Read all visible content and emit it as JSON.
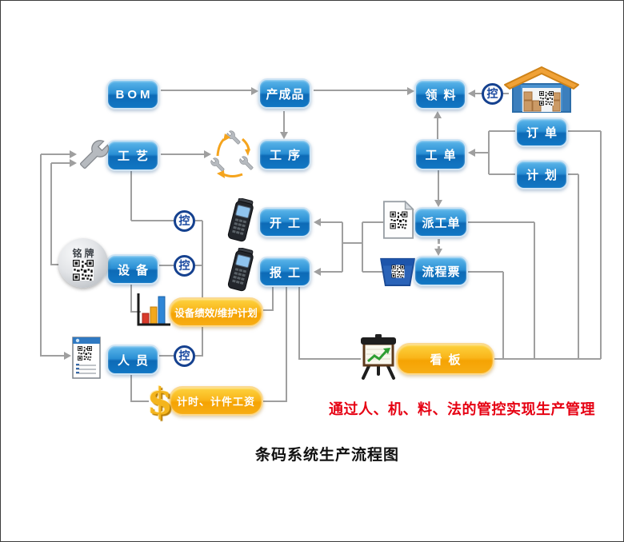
{
  "diagram": {
    "title": "条码系统生产流程图",
    "note": "通过人、机、料、法的管控实现生产管理",
    "control_badge": "控",
    "nameplate_label": "铭牌"
  },
  "nodes": {
    "bom": {
      "label": "BOM"
    },
    "finished_product": {
      "label": "产成品"
    },
    "material_picking": {
      "label": "领料"
    },
    "craft": {
      "label": "工艺"
    },
    "operation": {
      "label": "工序"
    },
    "work_order": {
      "label": "工单"
    },
    "order": {
      "label": "订单"
    },
    "plan": {
      "label": "计划"
    },
    "start_work": {
      "label": "开工"
    },
    "report_work": {
      "label": "报工"
    },
    "dispatch_order": {
      "label": "派工单"
    },
    "process_ticket": {
      "label": "流程票"
    },
    "equipment": {
      "label": "设备"
    },
    "personnel": {
      "label": "人员"
    },
    "equipment_performance": {
      "label": "设备绩效/维护计划"
    },
    "wages": {
      "label": "计时、计件工资"
    },
    "kanban": {
      "label": "看板"
    }
  },
  "colors": {
    "node_blue": "#1177c4",
    "node_orange": "#f5a303",
    "line_gray": "#9f9f9f",
    "note_red": "#e60012",
    "control_navy": "#15418f"
  }
}
